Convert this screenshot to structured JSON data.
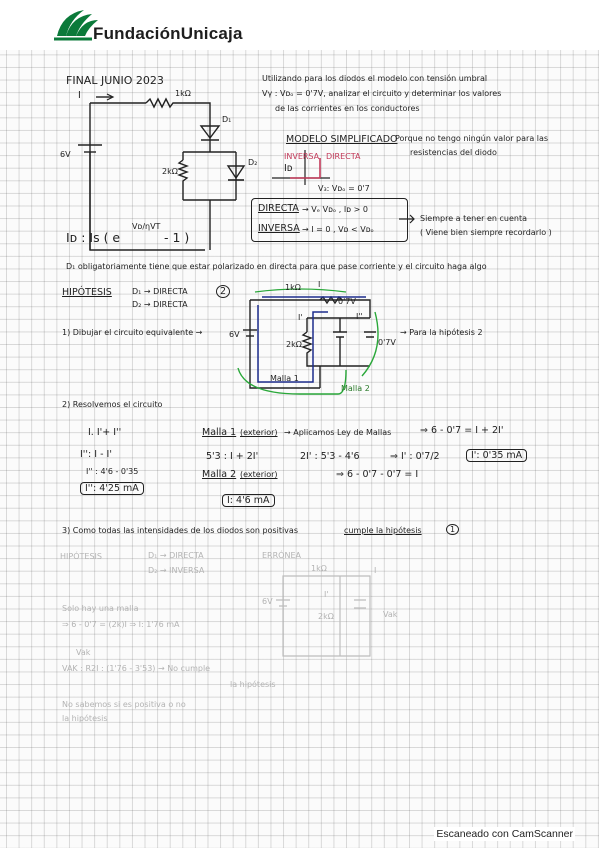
{
  "header": {
    "brand": "FundaciónUnicaja"
  },
  "title": "FINAL JUNIO 2023",
  "intro": {
    "line1": "Utilizando para los diodos el modelo con tensión umbral",
    "line2": "Vγ : Vᴅₒ = 0'7V, analizar el circuito y determinar los valores",
    "line3": "de las corrientes en los conductores"
  },
  "circuit1": {
    "current": "I",
    "r1": "1kΩ",
    "r2": "2kΩ",
    "d1": "D₁",
    "d2": "D₂",
    "source": "6V"
  },
  "model": {
    "label": "MODELO SIMPLIFICADO",
    "note1": "Porque no tengo ningún valor para las",
    "note2": "resistencias del diodo",
    "axis": "Iᴅ",
    "inversa": "INVERSA",
    "directa": "DIRECTA",
    "vlabel": "V₃: Vᴅₒ = 0'7"
  },
  "conditions": {
    "directa": "DIRECTA",
    "directa_cond": "→ Vₑ Vᴅₒ , Iᴅ > 0",
    "inversa": "INVERSA",
    "inversa_cond": "→ I = 0 ,  Vᴅ < Vᴅₒ",
    "note1": "Siempre a tener en cuenta",
    "note2": "( Viene bien siempre recordarlo )"
  },
  "formula": "Iᴅ : Is ( e",
  "formula_exp": "Vᴅ/ηVT",
  "formula_end": "- 1 )",
  "d1_statement": "D₁ obligatoriamente tiene que estar polarizado en directa para que pase corriente y el circuito haga algo",
  "hypothesis": {
    "label": "HIPÓTESIS",
    "d1": "D₁ → DIRECTA",
    "d2": "D₂ → DIRECTA",
    "num": "2"
  },
  "step1": {
    "text": "1) Dibujar el circuito equivalente →",
    "after": "→ Para la hipótesis 2",
    "source": "6V",
    "r1": "1kΩ",
    "r2": "2kΩ",
    "i": "I",
    "ip": "I'",
    "ipp": "I''",
    "v1": "0'7V",
    "v2": "0'7V",
    "m1": "Malla 1",
    "m2": "Malla 2"
  },
  "step2": {
    "title": "2) Resolvemos el circuito",
    "eq1": "I. I'+ I''",
    "eq2": "I'': I - I'",
    "eq3": "I'' : 4'6 - 0'35",
    "res1": "I'': 4'25 mA",
    "malla1": "Malla 1",
    "malla1_note": "(exterior)",
    "apply": "→ Aplicamos Ley de Mallas",
    "eq4": "⇒ 6 - 0'7 = I + 2I'",
    "eq5": "5'3 : I + 2I'",
    "eq6": "2I' : 5'3 - 4'6",
    "eq7": "⇒ I' : 0'7/2",
    "res2": "I': 0'35 mA",
    "malla2": "Malla 2",
    "malla2_note": "(exterior)",
    "eq8": "⇒ 6 - 0'7 - 0'7 = I",
    "res3": "I: 4'6 mA"
  },
  "step3": {
    "text": "3) Como todas las intensidades de los diodos son positivas",
    "cumple": "cumple la hipótesis",
    "num": "1"
  },
  "faint": {
    "hyp": "HIPÓTESIS",
    "d1": "D₁ → DIRECTA",
    "d2": "D₂ → INVERSA",
    "err": "ERRÓNEA",
    "r1": "1kΩ",
    "r2": "2kΩ",
    "src": "6V",
    "i": "I",
    "ip": "I'",
    "diode": "Vak",
    "l1": "Solo hay una malla",
    "l2": "⇒ 6 - 0'7 = (2k)I ⇒ I: 1'76 mA",
    "l3": "Vak",
    "l4": "VAK : R2I : (1'76 - 3'53) → No cumple",
    "l5": "la hipótesis",
    "l6": "No sabemos si es positiva o no",
    "l7": "la hipótesis"
  },
  "footer": "Escaneado con CamScanner"
}
